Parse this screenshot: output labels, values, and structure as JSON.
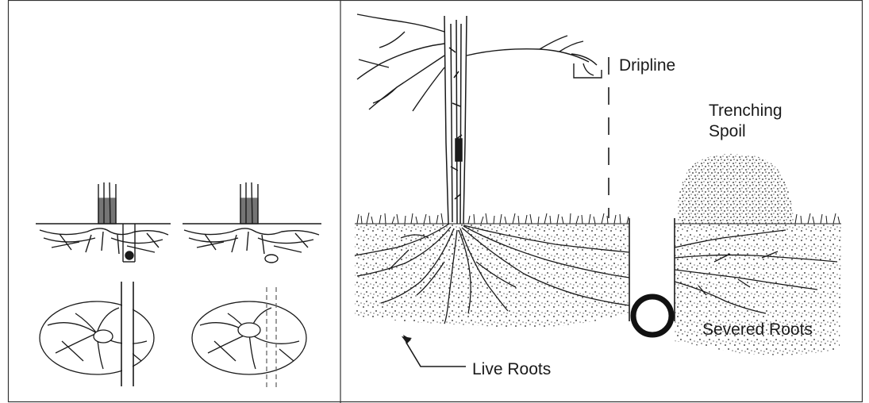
{
  "labels": {
    "dripline": "Dripline",
    "trenching_line1": "Trenching",
    "trenching_line2": "Spoil",
    "severed_roots": "Severed Roots",
    "live_roots": "Live Roots"
  },
  "colors": {
    "ink": "#1a1a1a",
    "background": "#ffffff",
    "frame": "#333333"
  },
  "icons": {
    "tree": "tree-line-art",
    "pipe": "pipe-cross-section"
  }
}
